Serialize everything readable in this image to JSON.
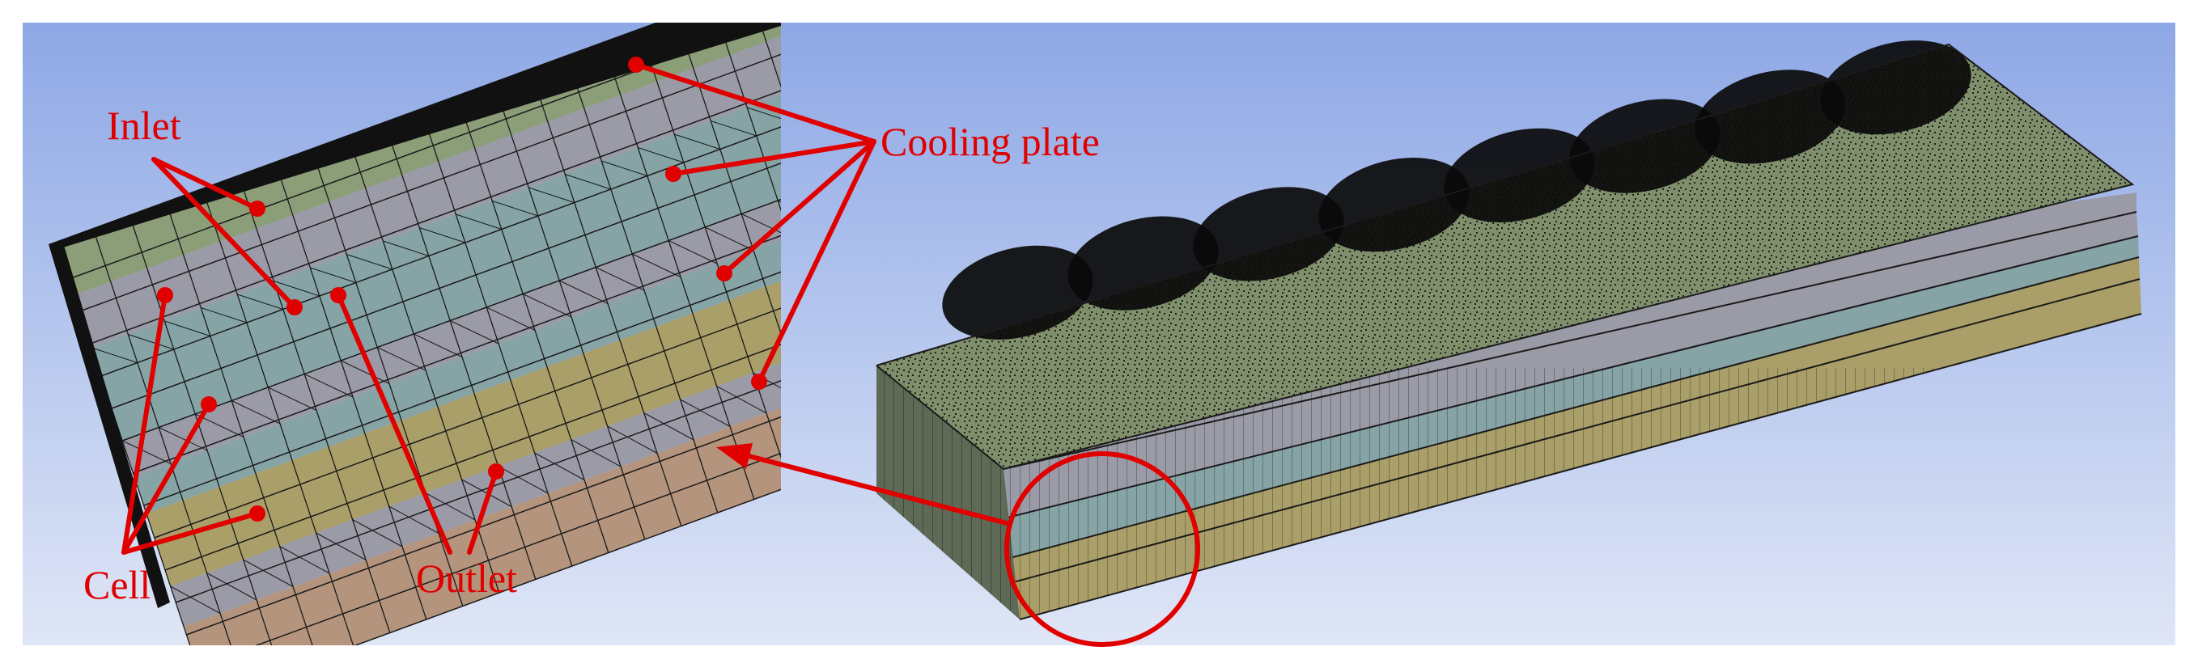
{
  "labels": {
    "inlet": "Inlet",
    "cooling_plate": "Cooling plate",
    "cell": "Cell",
    "outlet": "Outlet"
  },
  "colors": {
    "callout": "#e00000",
    "background_top": "#8ea8e6",
    "background_bottom": "#dfe6f6",
    "cooling_plate_top": "#8c9e78",
    "cell_grey": "#9b9ba7",
    "cell_teal": "#86a4a6",
    "cell_yellow": "#aa9f68",
    "bottom_brown": "#b4947c",
    "mesh_line": "#1a1a1a"
  }
}
